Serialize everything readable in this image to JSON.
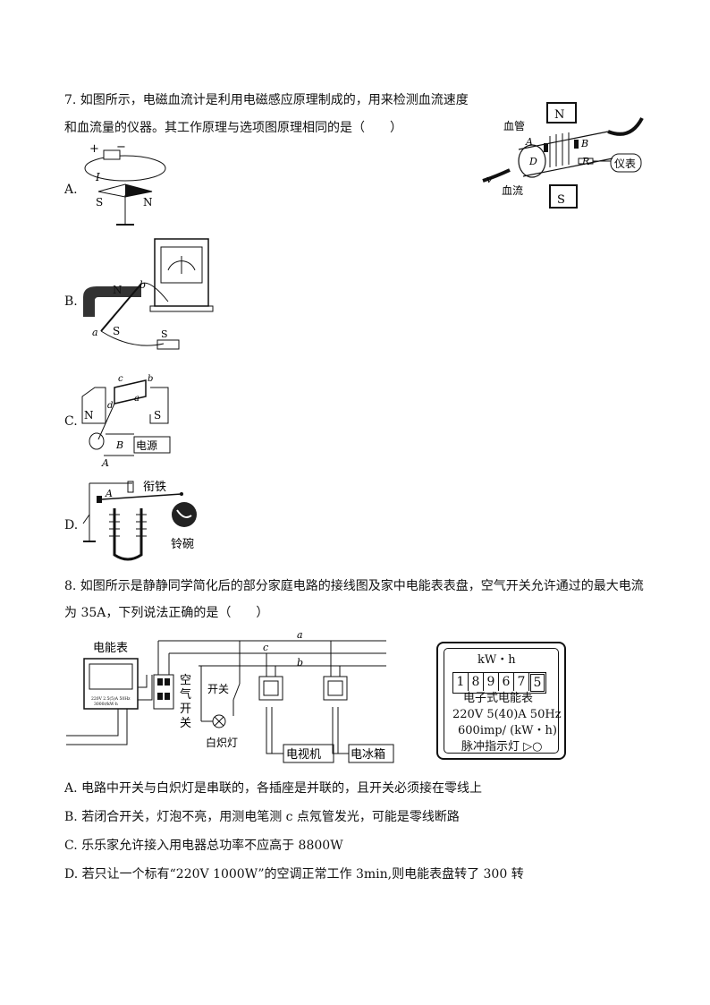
{
  "q7": {
    "line1": "7. 如图所示，电磁血流计是利用电磁感应原理制成的，用来检测血流速度",
    "line2": "和血流量的仪器。其工作原理与选项图原理相同的是（　　）",
    "main_fig": {
      "vessel": "血管",
      "flow": "血流",
      "meter": "仪表",
      "N": "N",
      "S": "S",
      "A": "A",
      "B": "B",
      "D": "D",
      "R": "R",
      "v": "v"
    },
    "opt_a": {
      "letter": "A.",
      "plus": "+",
      "minus": "−",
      "I": "I",
      "S": "S",
      "N": "N"
    },
    "opt_b": {
      "letter": "B.",
      "N": "N",
      "S_mag": "S",
      "a": "a",
      "b": "b",
      "S_switch": "S"
    },
    "opt_c": {
      "letter": "C.",
      "N": "N",
      "S": "S",
      "a": "a",
      "b": "b",
      "c": "c",
      "d": "d",
      "A": "A",
      "B": "B",
      "power": "电源"
    },
    "opt_d": {
      "letter": "D.",
      "armature": "衔铁",
      "bell": "铃碗",
      "A": "A"
    }
  },
  "q8": {
    "line1": "8. 如图所示是静静同学简化后的部分家庭电路的接线图及家中电能表表盘，空气开关允许通过的最大电流",
    "line2": "为 35A，下列说法正确的是（　　）",
    "circuit": {
      "meter_label": "电能表",
      "air_switch": "空气开关",
      "switch": "开关",
      "lamp": "白炽灯",
      "tv": "电视机",
      "fridge": "电冰箱",
      "a": "a",
      "b": "b",
      "c": "c",
      "small_meter_line1": "220V 2.5(5)A 50Hz",
      "small_meter_line2": "3000r/kW·h"
    },
    "panel": {
      "unit": "kW・h",
      "digits": [
        "1",
        "8",
        "9",
        "6",
        "7",
        "5"
      ],
      "name": "电子式电能表",
      "spec": "220V 5(40)A 50Hz",
      "imp": "600imp/ (kW・h)",
      "pulse": "脉冲指示灯 ▷○"
    },
    "options": [
      "A. 电路中开关与白炽灯是串联的，各插座是并联的，且开关必须接在零线上",
      "B. 若闭合开关，灯泡不亮，用测电笔测 c 点氖管发光，可能是零线断路",
      "C. 乐乐家允许接入用电器总功率不应高于 8800W",
      "D. 若只让一个标有“220V 1000W”的空调正常工作 3min,则电能表盘转了 300 转"
    ]
  }
}
